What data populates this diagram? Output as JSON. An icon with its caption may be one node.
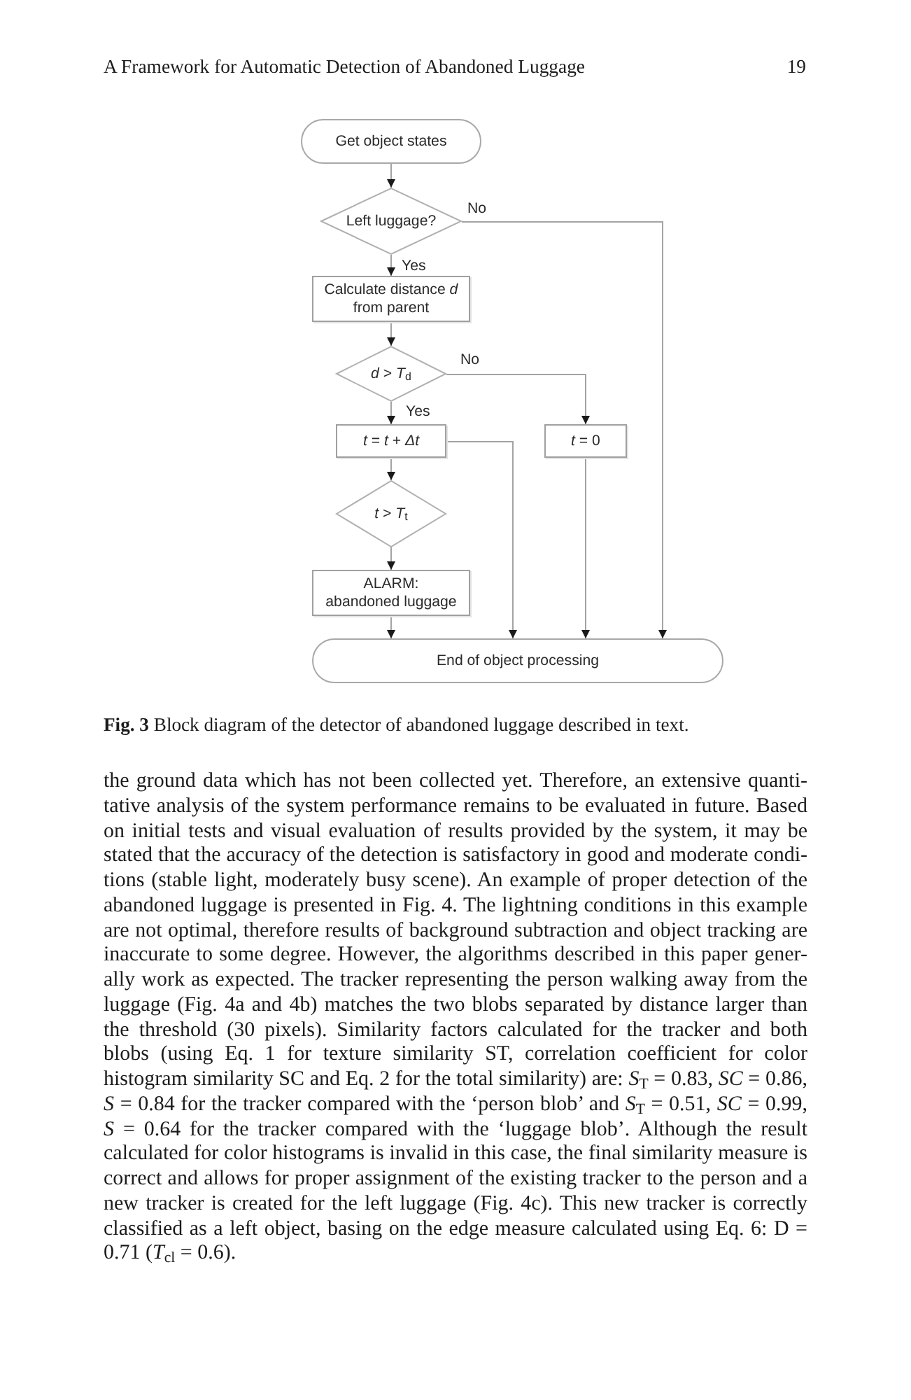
{
  "diagram": {
    "caption": "**Fig. 3** Block diagram of the detector of abandoned luggage described in text.",
    "nodes": [
      {
        "text": [
          "Get object states"
        ]
      },
      {
        "text": [
          "Left luggage?"
        ]
      },
      {
        "text": [
          "Calculate distance *d* from parent"
        ]
      },
      {
        "text": [
          "*d* > *T*$_{d}$"
        ]
      },
      {
        "text": [
          "*t* = *t* + *Δt*"
        ]
      },
      {
        "text": [
          "*t* = 0"
        ]
      },
      {
        "text": [
          "*t* > *T*$_{t}$"
        ]
      },
      {
        "text": [
          "ALARM:",
          "abandoned luggage"
        ]
      },
      {
        "text": [
          "End of object processing"
        ]
      }
    ],
    "edges": [
      {
        "from": 0,
        "to": 1,
        "arrow": "to"
      },
      {
        "from": 1,
        "to": 2,
        "arrow": "to",
        "label": "Yes"
      },
      {
        "from": 1,
        "to": 8,
        "arrow": "to",
        "label": "No"
      },
      {
        "from": 2,
        "to": 3,
        "arrow": "to"
      },
      {
        "from": 3,
        "to": 4,
        "arrow": "to",
        "label": "Yes"
      },
      {
        "from": 3,
        "to": 5,
        "arrow": "to",
        "label": "No"
      },
      {
        "from": 4,
        "to": 6,
        "arrow": "to"
      },
      {
        "from": 4,
        "to": 8,
        "arrow": "to"
      },
      {
        "from": 6,
        "to": 7,
        "arrow": "to"
      },
      {
        "from": 7,
        "to": 8,
        "arrow": "to"
      },
      {
        "from": 5,
        "to": 8,
        "arrow": "to"
      }
    ],
    "labels": [
      "A Framework for Automatic Detection of Abandoned Luggage",
      "19",
      "the ground data which has not been collected yet. Therefore, an extensive quanti-tative analysis of the system performance remains to be evaluated in future. Based on initial tests and visual evaluation of results provided by the system, it may be stated that the accuracy of the detection is satisfactory in good and moderate condi-tions (stable light, moderately busy scene). An example of proper detection of the abandoned luggage is presented in Fig. 4. The lightning conditions in this example are not optimal, therefore results of background subtraction and object tracking are inaccurate to some degree. However, the algorithms described in this paper gener-ally work as expected. The tracker representing the person walking away from the luggage (Fig. 4a and 4b) matches the two blobs separated by distance larger than the threshold (30 pixels). Similarity factors calculated for the tracker and both blobs (using Eq. 1 for texture similarity ST, correlation coefficient for color histogram similarity SC and Eq. 2 for the total similarity) are: *S*$_{T}$ = 0.83, *SC* = 0.86, *S* = 0.84 for the tracker compared with the ‘person blob’ and *S*$_{T}$ = 0.51, *SC* = 0.99, *S* = 0.64 for the tracker compared with the ‘luggage blob’. Although the result calculated for color histograms is invalid in this case, the final similarity measure is correct and allows for proper assignment of the existing tracker to the person and a new tracker is created for the left luggage (Fig. 4c). This new tracker is correctly classified as a left object, basing on the edge measure calculated using Eq. 6: D = 0.71 (*T*$_{cl}$ = 0.6)."
    ]
  }
}
